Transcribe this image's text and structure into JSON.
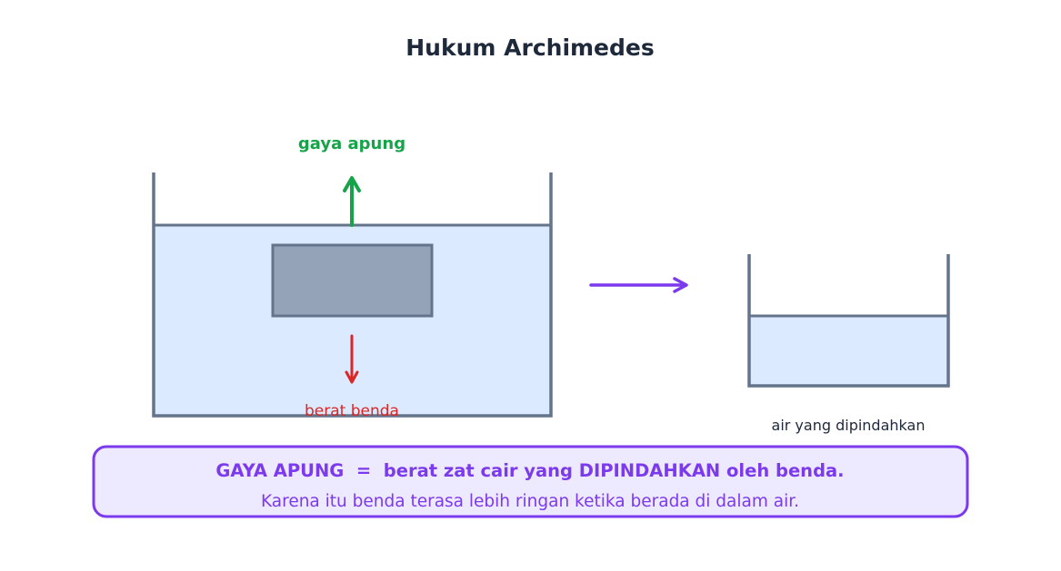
{
  "title": "Hukum Archimedes",
  "labels": {
    "buoyant_force": "gaya apung",
    "object_weight": "berat benda",
    "displaced_water": "air yang dipindahkan"
  },
  "rule": {
    "main": "GAYA APUNG  =  berat zat cair yang DIPINDAHKAN oleh benda.",
    "sub": "Karena itu benda terasa lebih ringan ketika berada di dalam air."
  },
  "colors": {
    "title": "#1e293b",
    "container_stroke": "#64748b",
    "water": "#dbeafe",
    "object_fill": "#94a3b8",
    "buoyant": "#16a34a",
    "weight": "#dc2626",
    "accent": "#7c3aed",
    "accent_bg": "#ede9fe",
    "caption": "#1e293b"
  }
}
